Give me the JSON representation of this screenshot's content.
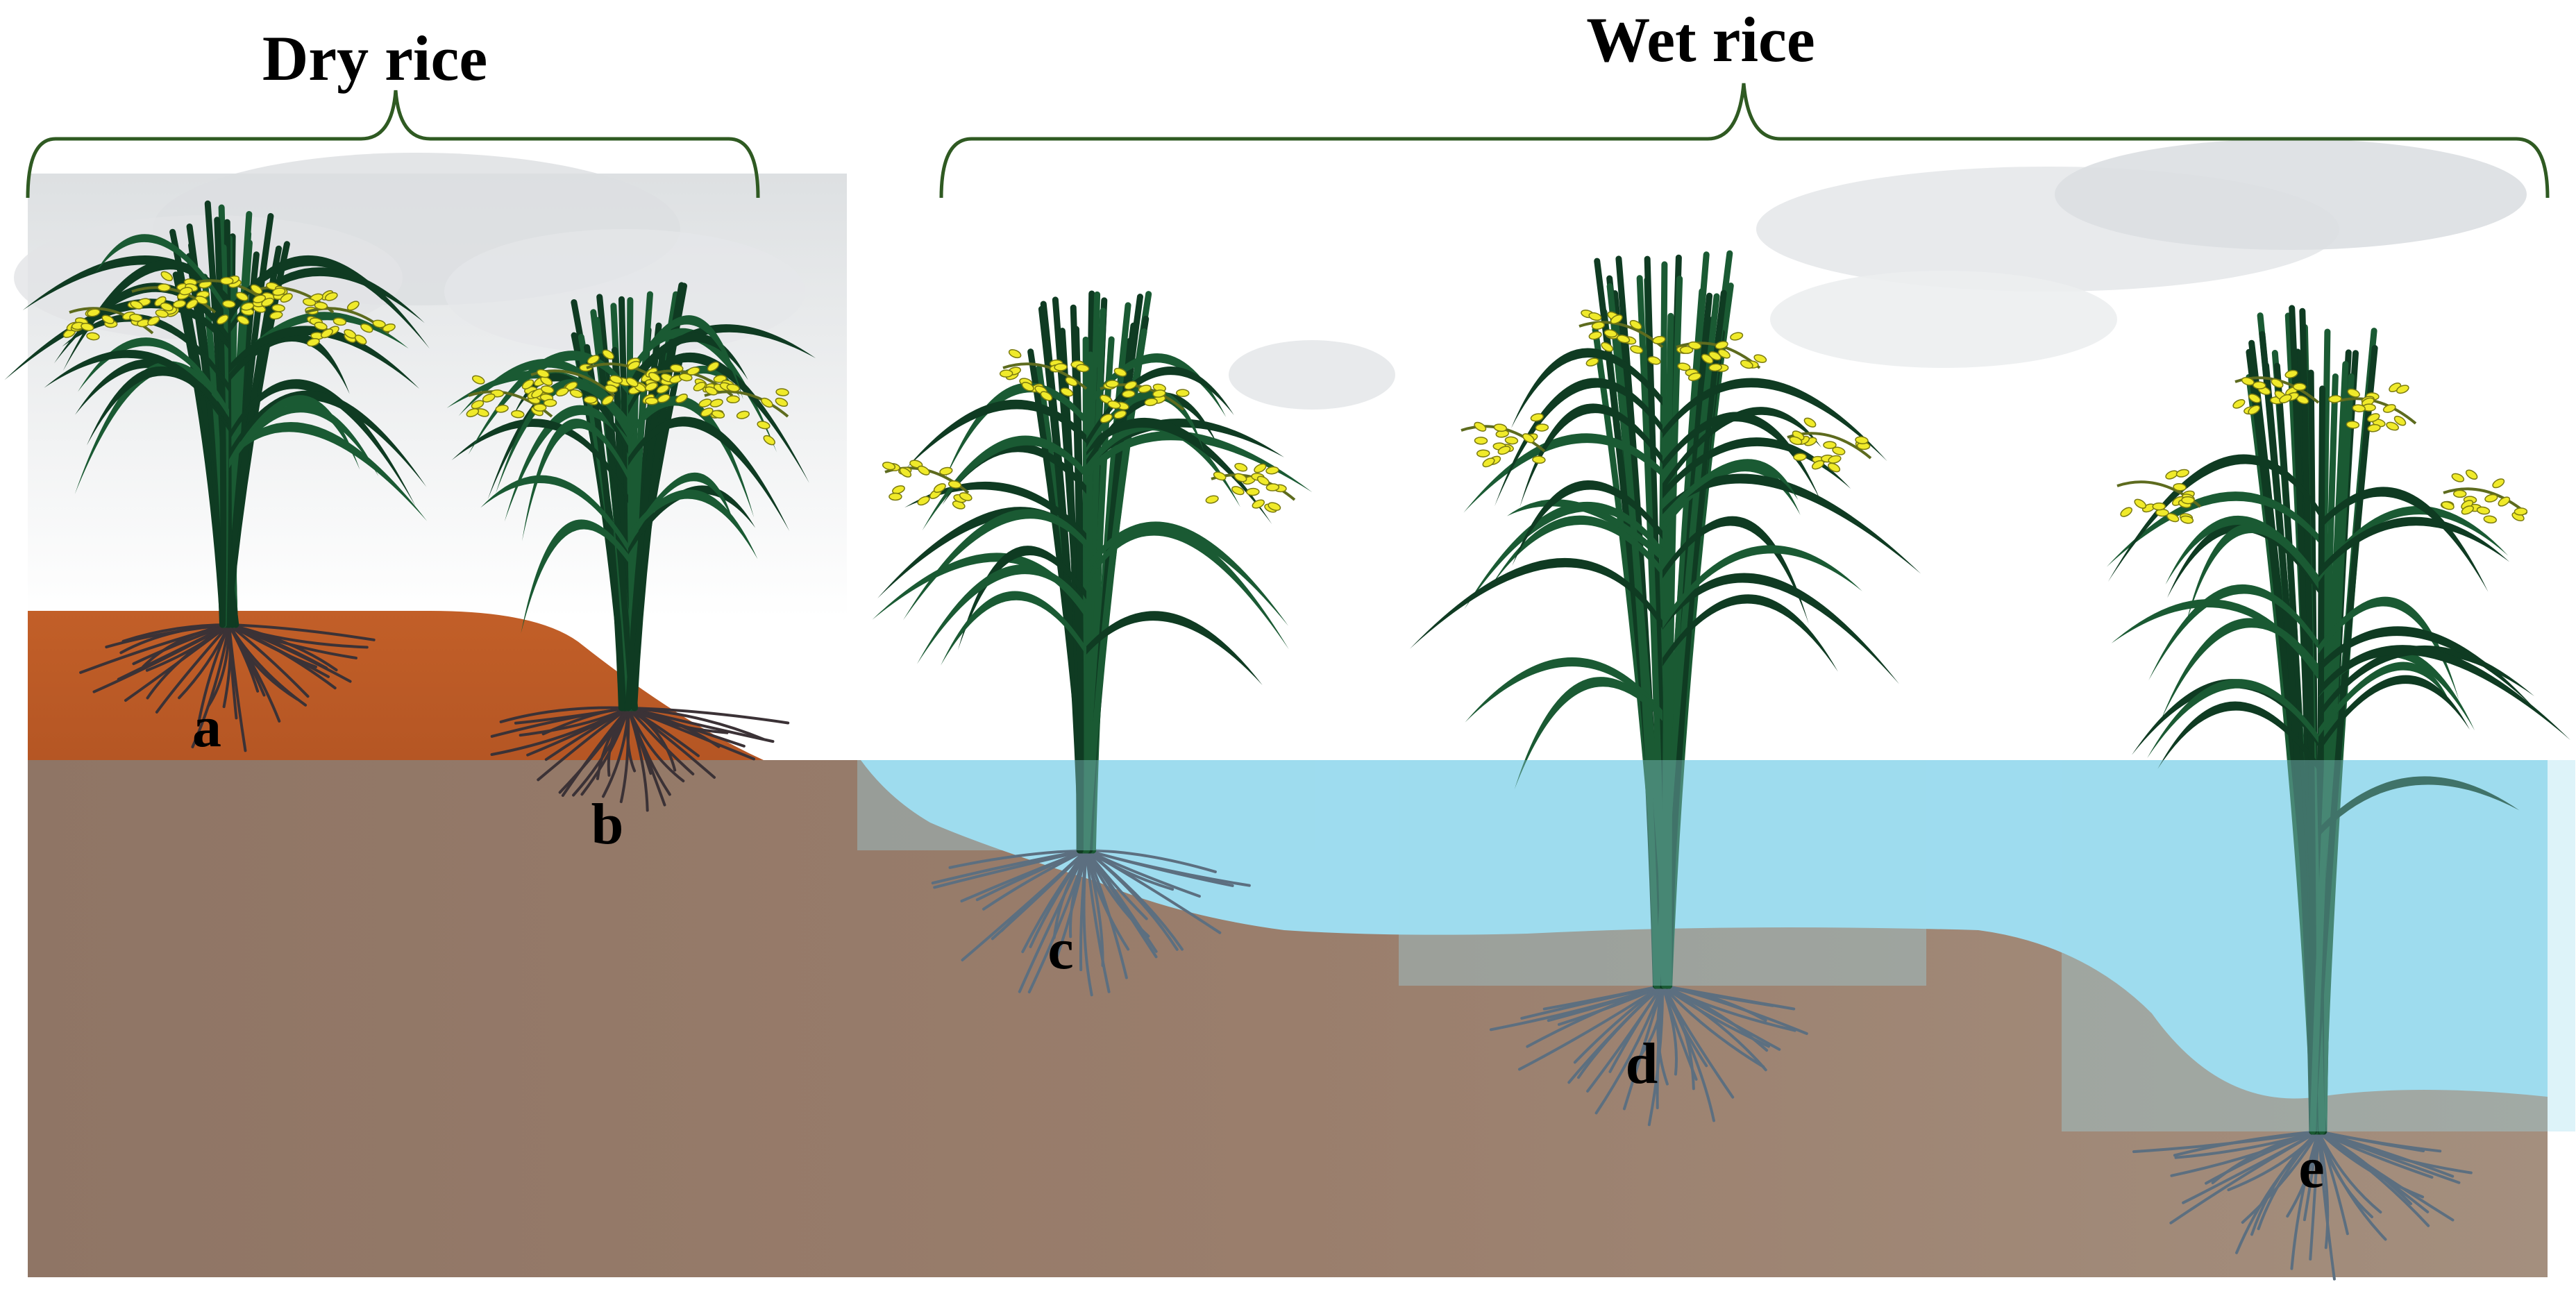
{
  "groups": {
    "dry": {
      "title": "Dry rice"
    },
    "wet": {
      "title": "Wet rice"
    }
  },
  "plants": [
    {
      "id": "a",
      "label": "a"
    },
    {
      "id": "b",
      "label": "b"
    },
    {
      "id": "c",
      "label": "c"
    },
    {
      "id": "d",
      "label": "d"
    },
    {
      "id": "e",
      "label": "e"
    }
  ],
  "colors": {
    "bracket": "#2f5a22",
    "dry_soil": "#c8682b",
    "wet_soil": "#9c8472",
    "water": "#9edcef",
    "leaf": "#1a5a33",
    "leaf_dark": "#0f3b22",
    "grain": "#f0ea2a",
    "root": "#3b3236",
    "root_submerged": "#5c6f80",
    "sky_cloud": "#d9dcdf"
  }
}
